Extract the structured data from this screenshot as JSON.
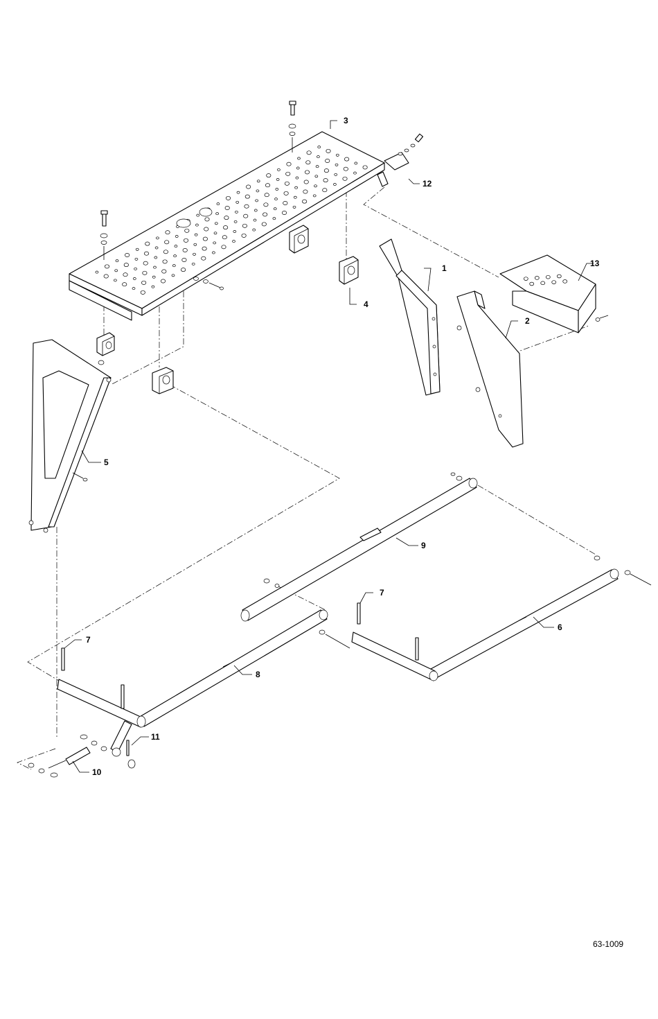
{
  "callouts": {
    "c1": "1",
    "c2": "2",
    "c3": "3",
    "c4": "4",
    "c5": "5",
    "c6": "6",
    "c7a": "7",
    "c7b": "7",
    "c8": "8",
    "c9": "9",
    "c10": "10",
    "c11": "11",
    "c12": "12",
    "c13": "13"
  },
  "drawing_number": "63-1009"
}
